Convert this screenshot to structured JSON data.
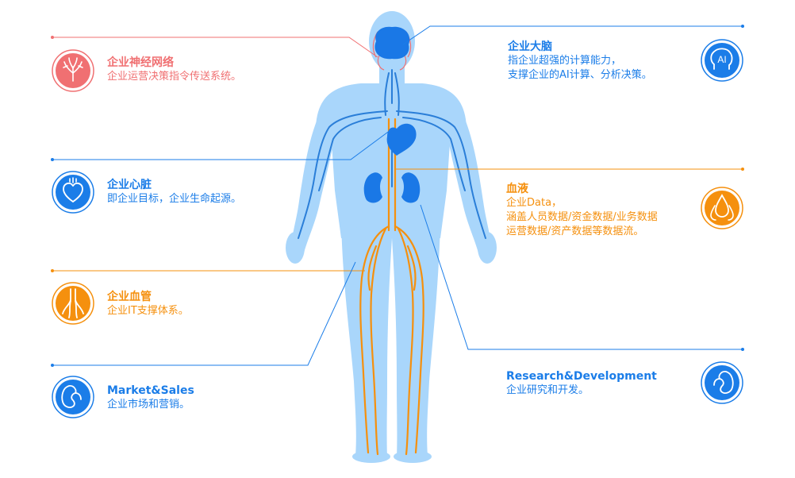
{
  "colors": {
    "red": "#f07072",
    "blue": "#1b7de8",
    "orange": "#f5900e",
    "body_fill": "#a9d6fb",
    "organ": "#1a78e6",
    "vessel_blue": "#2a7ed8",
    "vessel_orange": "#f5900e"
  },
  "items": {
    "nerve": {
      "title": "企业神经网络",
      "desc": [
        "企业运营决策指令传送系统。"
      ],
      "icon": "nerve-network-icon"
    },
    "heart": {
      "title": "企业心脏",
      "desc": [
        "即企业目标，企业生命起源。"
      ],
      "icon": "heart-icon"
    },
    "vessel": {
      "title": "企业血管",
      "desc": [
        "企业IT支撑体系。"
      ],
      "icon": "blood-vessel-icon"
    },
    "market": {
      "title": "Market&Sales",
      "desc": [
        "企业市场和营销。"
      ],
      "icon": "kidney-icon"
    },
    "brain": {
      "title": "企业大脑",
      "desc": [
        "指企业超强的计算能力，",
        "支撑企业的AI计算、分析决策。"
      ],
      "icon": "ai-head-icon",
      "badge_text": "AI"
    },
    "blood": {
      "title": "血液",
      "desc": [
        "企业Data，",
        "涵盖人员数据/资金数据/业务数据",
        "运营数据/资产数据等数据流。"
      ],
      "icon": "blood-drops-icon"
    },
    "research": {
      "title": "Research&Development",
      "desc": [
        "企业研究和开发。"
      ],
      "icon": "kidney-icon"
    }
  }
}
